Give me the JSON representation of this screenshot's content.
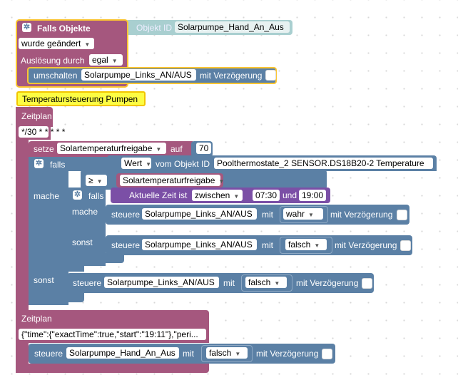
{
  "trigger": {
    "title": "Falls Objekte",
    "object_id_label": "Objekt ID",
    "object_id_value": "Solarpumpe_Hand_An_Aus",
    "condition_value": "wurde geändert",
    "trigger_by_label": "Auslösung durch",
    "trigger_by_value": "egal",
    "action": {
      "label": "umschalten",
      "object": "Solarpumpe_Links_AN/AUS",
      "delay_label": "mit Verzögerung"
    }
  },
  "comment": "Temperatursteuerung Pumpen",
  "schedule1": {
    "label": "Zeitplan",
    "cron": "*/30 * * * * *",
    "set": {
      "label": "setze",
      "var": "Solartemperaturfreigabe",
      "to_label": "auf",
      "value": "70"
    },
    "if1": {
      "if_label": "falls",
      "do_label": "mache",
      "else_label": "sonst",
      "cond": {
        "value_field": "Wert",
        "of_object_label": "vom Objekt ID",
        "object": "Poolthermostate_2 SENSOR.DS18B20-2  Temperature",
        "op": "≥",
        "compare_var": "Solartemperaturfreigabe"
      },
      "if2": {
        "if_label": "falls",
        "do_label": "mache",
        "else_label": "sonst",
        "time_label": "Aktuelle Zeit ist",
        "time_op": "zwischen",
        "time_from": "07:30",
        "and_label": "und",
        "time_to": "19:00",
        "do_action": {
          "label": "steuere",
          "object": "Solarpumpe_Links_AN/AUS",
          "with_label": "mit",
          "value": "wahr",
          "delay_label": "mit Verzögerung"
        },
        "else_action": {
          "label": "steuere",
          "object": "Solarpumpe_Links_AN/AUS",
          "with_label": "mit",
          "value": "falsch",
          "delay_label": "mit Verzögerung"
        }
      },
      "else_action": {
        "label": "steuere",
        "object": "Solarpumpe_Links_AN/AUS",
        "with_label": "mit",
        "value": "falsch",
        "delay_label": "mit Verzögerung"
      }
    }
  },
  "schedule2": {
    "label": "Zeitplan",
    "json": "{\"time\":{\"exactTime\":true,\"start\":\"19:11\"},\"peri...",
    "action": {
      "label": "steuere",
      "object": "Solarpumpe_Hand_An_Aus",
      "with_label": "mit",
      "value": "falsch",
      "delay_label": "mit Verzögerung"
    }
  },
  "colors": {
    "event_block": "#a5577e",
    "action_block": "#5b80a5",
    "logic_block": "#7b4fa6",
    "comment": "#fdfd43",
    "selection_outline": "#fbc531"
  }
}
